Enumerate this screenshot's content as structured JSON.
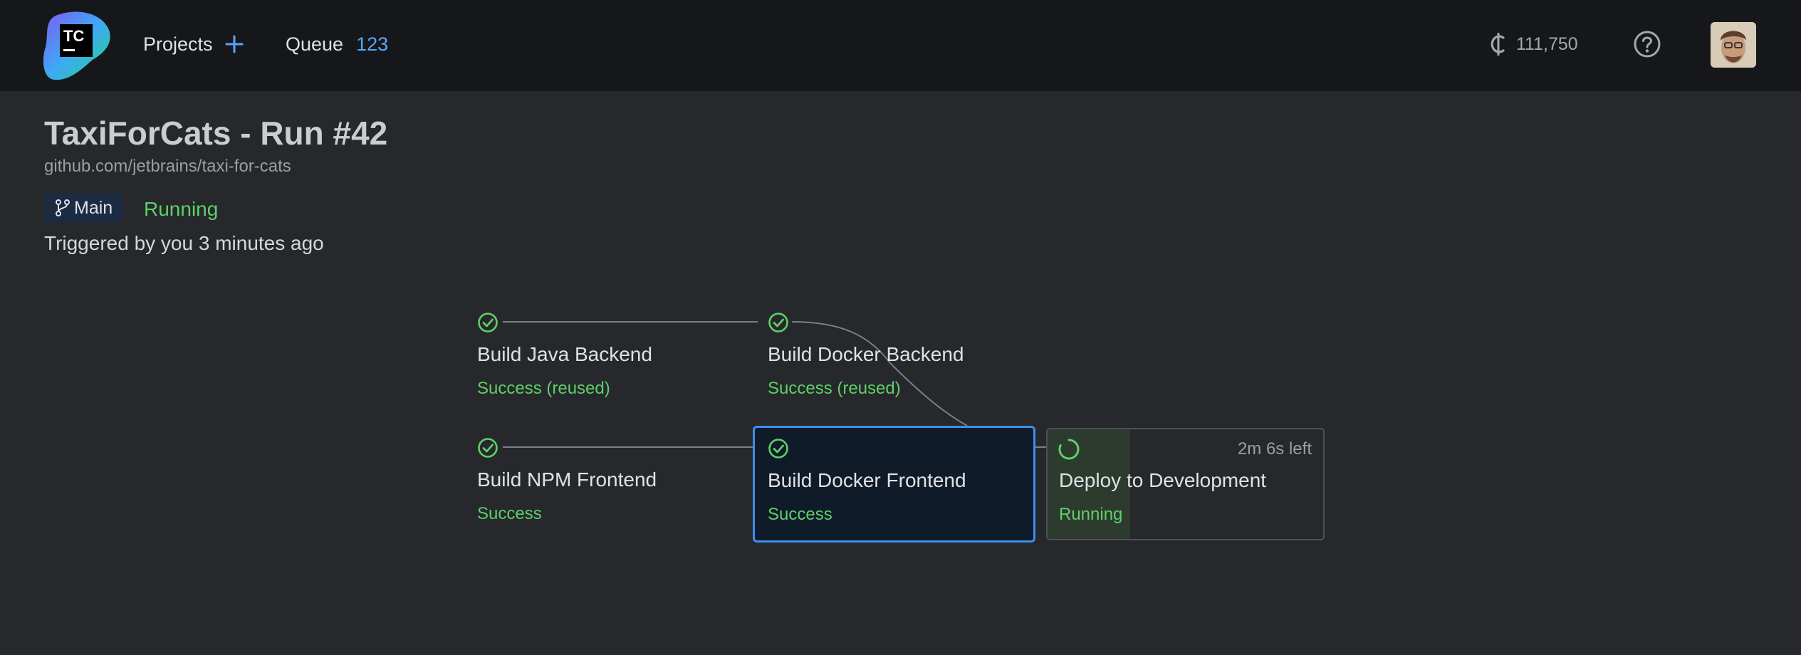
{
  "header": {
    "logo_text": "TC",
    "projects_label": "Projects",
    "queue_label": "Queue",
    "queue_count": "123",
    "credits": "111,750"
  },
  "run": {
    "title": "TaxiForCats - Run #42",
    "repo": "github.com/jetbrains/taxi-for-cats",
    "branch": "Main",
    "status": "Running",
    "triggered": "Triggered by you 3 minutes ago"
  },
  "pipeline": {
    "build_java_backend": {
      "name": "Build Java Backend",
      "status": "Success (reused)"
    },
    "build_docker_backend": {
      "name": "Build Docker Backend",
      "status": "Success (reused)"
    },
    "build_npm_frontend": {
      "name": "Build NPM Frontend",
      "status": "Success"
    },
    "build_docker_frontend": {
      "name": "Build Docker Frontend",
      "status": "Success"
    },
    "deploy_to_development": {
      "name": "Deploy to Development",
      "status": "Running",
      "eta": "2m 6s left",
      "progress": 0.3
    }
  },
  "colors": {
    "success": "#5fd067",
    "accent": "#3d8ef0",
    "queue_count": "#5aa6f5"
  }
}
